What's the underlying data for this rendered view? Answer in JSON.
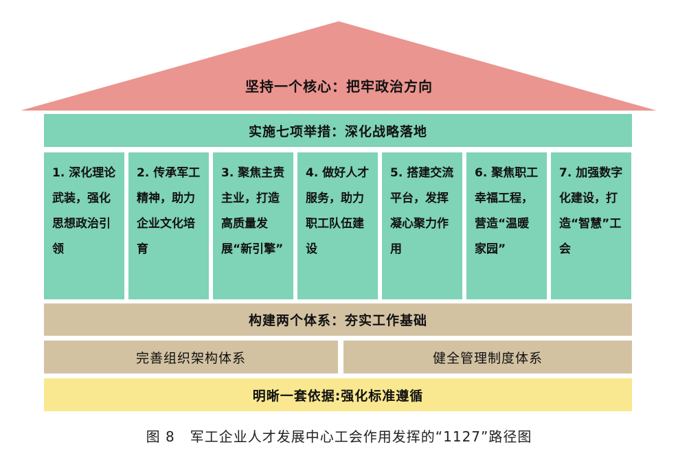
{
  "colors": {
    "roof": "#ea9590",
    "green": "#7fd3b6",
    "tan": "#d3c2a2",
    "yellow": "#f9e890"
  },
  "roof": {
    "text": "坚持一个核心：把牢政治方向"
  },
  "measures_band": {
    "text": "实施七项举措：深化战略落地"
  },
  "pillars": [
    {
      "text": "1. 深化理论武装，强化思想政治引领"
    },
    {
      "text": "2. 传承军工精神，助力企业文化培育"
    },
    {
      "text": "3. 聚焦主责主业，打造高质量发展“新引擎”"
    },
    {
      "text": "4. 做好人才服务，助力职工队伍建设"
    },
    {
      "text": "5. 搭建交流平台，发挥凝心聚力作用"
    },
    {
      "text": "6. 聚焦职工幸福工程，营造“温暖家园”"
    },
    {
      "text": "7. 加强数字化建设，打造“智慧”工会"
    }
  ],
  "systems_band": {
    "text": "构建两个体系：夯实工作基础"
  },
  "systems": [
    {
      "text": "完善组织架构体系"
    },
    {
      "text": "健全管理制度体系"
    }
  ],
  "foundation": {
    "text": "明晰一套依据:强化标准遵循"
  },
  "caption": {
    "text": "图 8   军工企业人才发展中心工会作用发挥的“1127”路径图"
  }
}
